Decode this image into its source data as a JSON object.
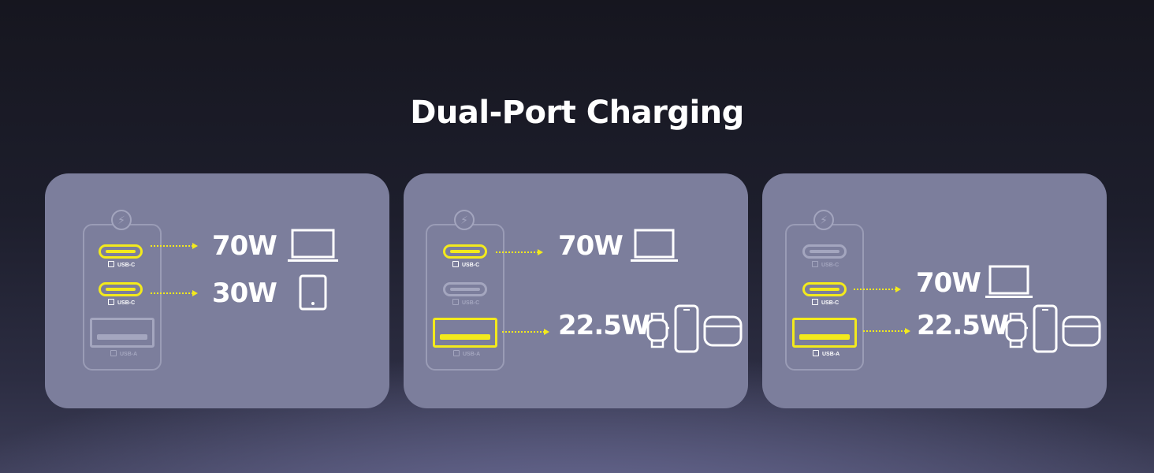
{
  "title": "Dual-Port Charging",
  "colors": {
    "active": "#f3ea1c",
    "inactive": "#a4a6bf",
    "panel": "#7c7e9c"
  },
  "panels": [
    {
      "ports": [
        {
          "label": "USB-C",
          "device_icon": "laptop-icon",
          "active": true
        },
        {
          "label": "USB-C",
          "device_icon": "phone-icon",
          "active": true
        },
        {
          "label": "USB-A",
          "device_icon": "phone-icon",
          "active": false
        }
      ],
      "outputs": [
        {
          "watts": "70W",
          "devices": [
            "laptop-icon"
          ]
        },
        {
          "watts": "30W",
          "devices": [
            "tablet-icon"
          ]
        }
      ]
    },
    {
      "ports": [
        {
          "label": "USB-C",
          "device_icon": "laptop-icon",
          "active": true
        },
        {
          "label": "USB-C",
          "device_icon": "phone-icon",
          "active": false
        },
        {
          "label": "USB-A",
          "device_icon": "phone-icon",
          "active": true
        }
      ],
      "outputs": [
        {
          "watts": "70W",
          "devices": [
            "laptop-icon"
          ]
        },
        {
          "watts": "22.5W",
          "devices": [
            "watch-icon",
            "phone-icon",
            "earbuds-case-icon"
          ]
        }
      ]
    },
    {
      "ports": [
        {
          "label": "USB-C",
          "device_icon": "laptop-icon",
          "active": false
        },
        {
          "label": "USB-C",
          "device_icon": "phone-icon",
          "active": true
        },
        {
          "label": "USB-A",
          "device_icon": "phone-icon",
          "active": true
        }
      ],
      "outputs": [
        {
          "watts": "70W",
          "devices": [
            "laptop-icon"
          ]
        },
        {
          "watts": "22.5W",
          "devices": [
            "watch-icon",
            "phone-icon",
            "earbuds-case-icon"
          ]
        }
      ]
    }
  ]
}
